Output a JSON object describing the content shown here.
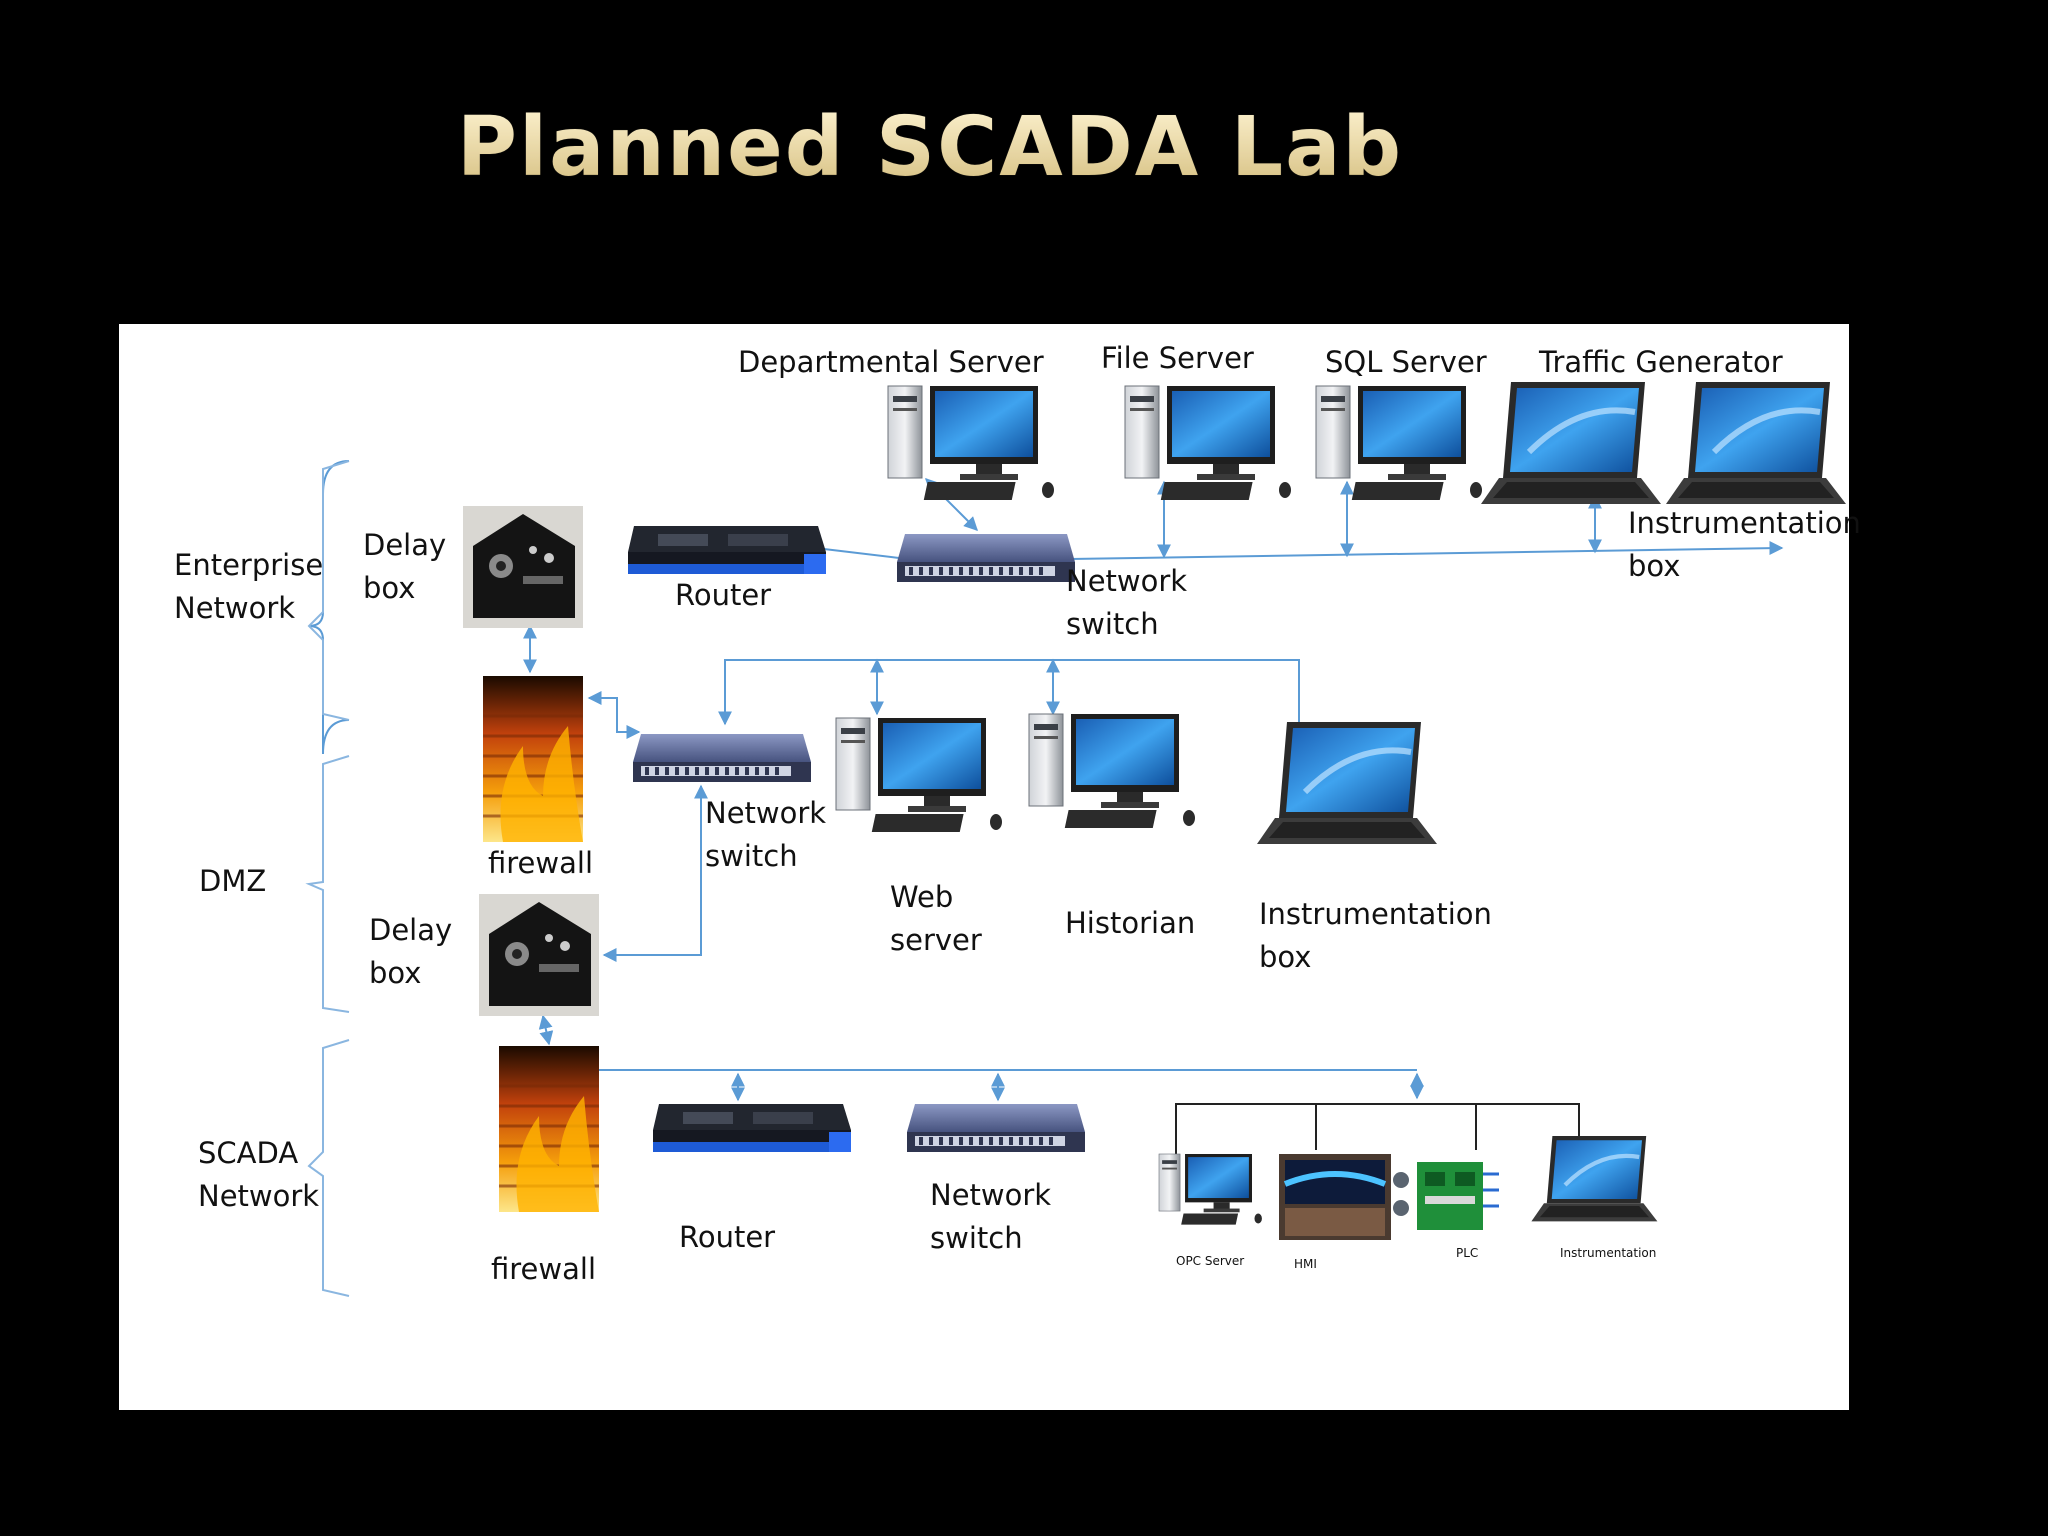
{
  "title": "Planned SCADA Lab",
  "colors": {
    "background": "#000000",
    "panel": "#ffffff",
    "connector": "#5b9bd5",
    "switch_body": "#5a6797",
    "router_body": "#1b1f2a",
    "monitor_screen": "#1f7fd1",
    "firewall_flame": "#f6a11c"
  },
  "zones": {
    "enterprise": "Enterprise\nNetwork",
    "dmz": "DMZ",
    "scada": "SCADA\nNetwork"
  },
  "enterprise": {
    "departmental_server": "Departmental Server",
    "file_server": "File Server",
    "sql_server": "SQL Server",
    "traffic_generator": "Traffic Generator",
    "instrumentation_box": "Instrumentation\nbox",
    "delay_box": "Delay\nbox",
    "router": "Router",
    "network_switch": "Network\nswitch"
  },
  "dmz": {
    "firewall": "firewall",
    "network_switch": "Network\nswitch",
    "web_server": "Web\nserver",
    "historian": "Historian",
    "instrumentation_box": "Instrumentation\nbox",
    "delay_box": "Delay\nbox"
  },
  "scada": {
    "firewall": "firewall",
    "router": "Router",
    "network_switch": "Network\nswitch",
    "opc_server": "OPC Server",
    "hmi": "HMI",
    "plc": "PLC",
    "instrumentation": "Instrumentation"
  }
}
